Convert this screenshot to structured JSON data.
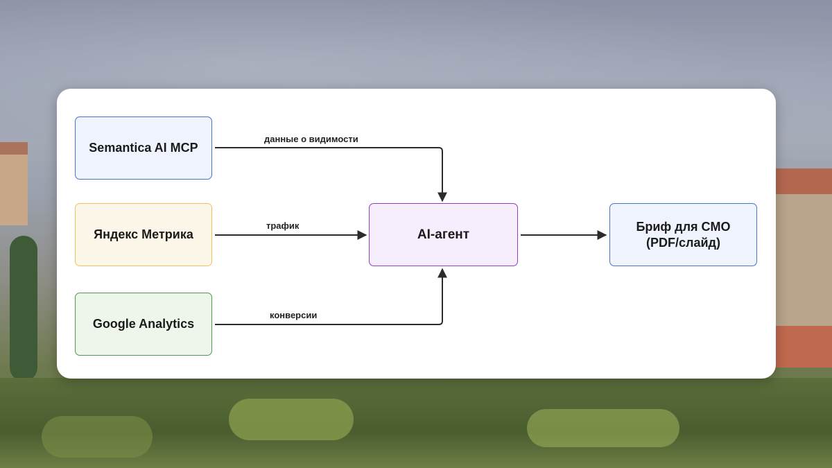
{
  "diagram": {
    "nodes": {
      "semantica": "Semantica AI MCP",
      "yandex": "Яндекс Метрика",
      "google": "Google Analytics",
      "agent_prefix": "AI",
      "agent_suffix": "-агент",
      "brief_line1": "Бриф для CMO",
      "brief_line2": "(PDF/слайд)"
    },
    "edges": {
      "visibility": "данные о видимости",
      "traffic": "трафик",
      "conversions": "конверсии"
    },
    "colors": {
      "semantica_border": "#4a72c8",
      "yandex_border": "#f0c15a",
      "google_border": "#4f9a52",
      "agent_border": "#8b3fc7",
      "brief_border": "#4a72c8",
      "arrow": "#2b2b2b"
    }
  }
}
